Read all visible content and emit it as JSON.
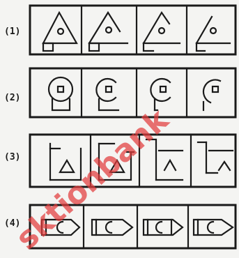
{
  "rows": [
    {
      "label": "(1)",
      "cells": 4
    },
    {
      "label": "(2)",
      "cells": 4
    },
    {
      "label": "(3)",
      "cells": 4
    },
    {
      "label": "(4)",
      "cells": 4
    }
  ],
  "watermark": {
    "text": "sktionbank",
    "color": "#e23b3b"
  },
  "colors": {
    "ink": "#1a1a1a",
    "paper": "#f4f4f2"
  }
}
